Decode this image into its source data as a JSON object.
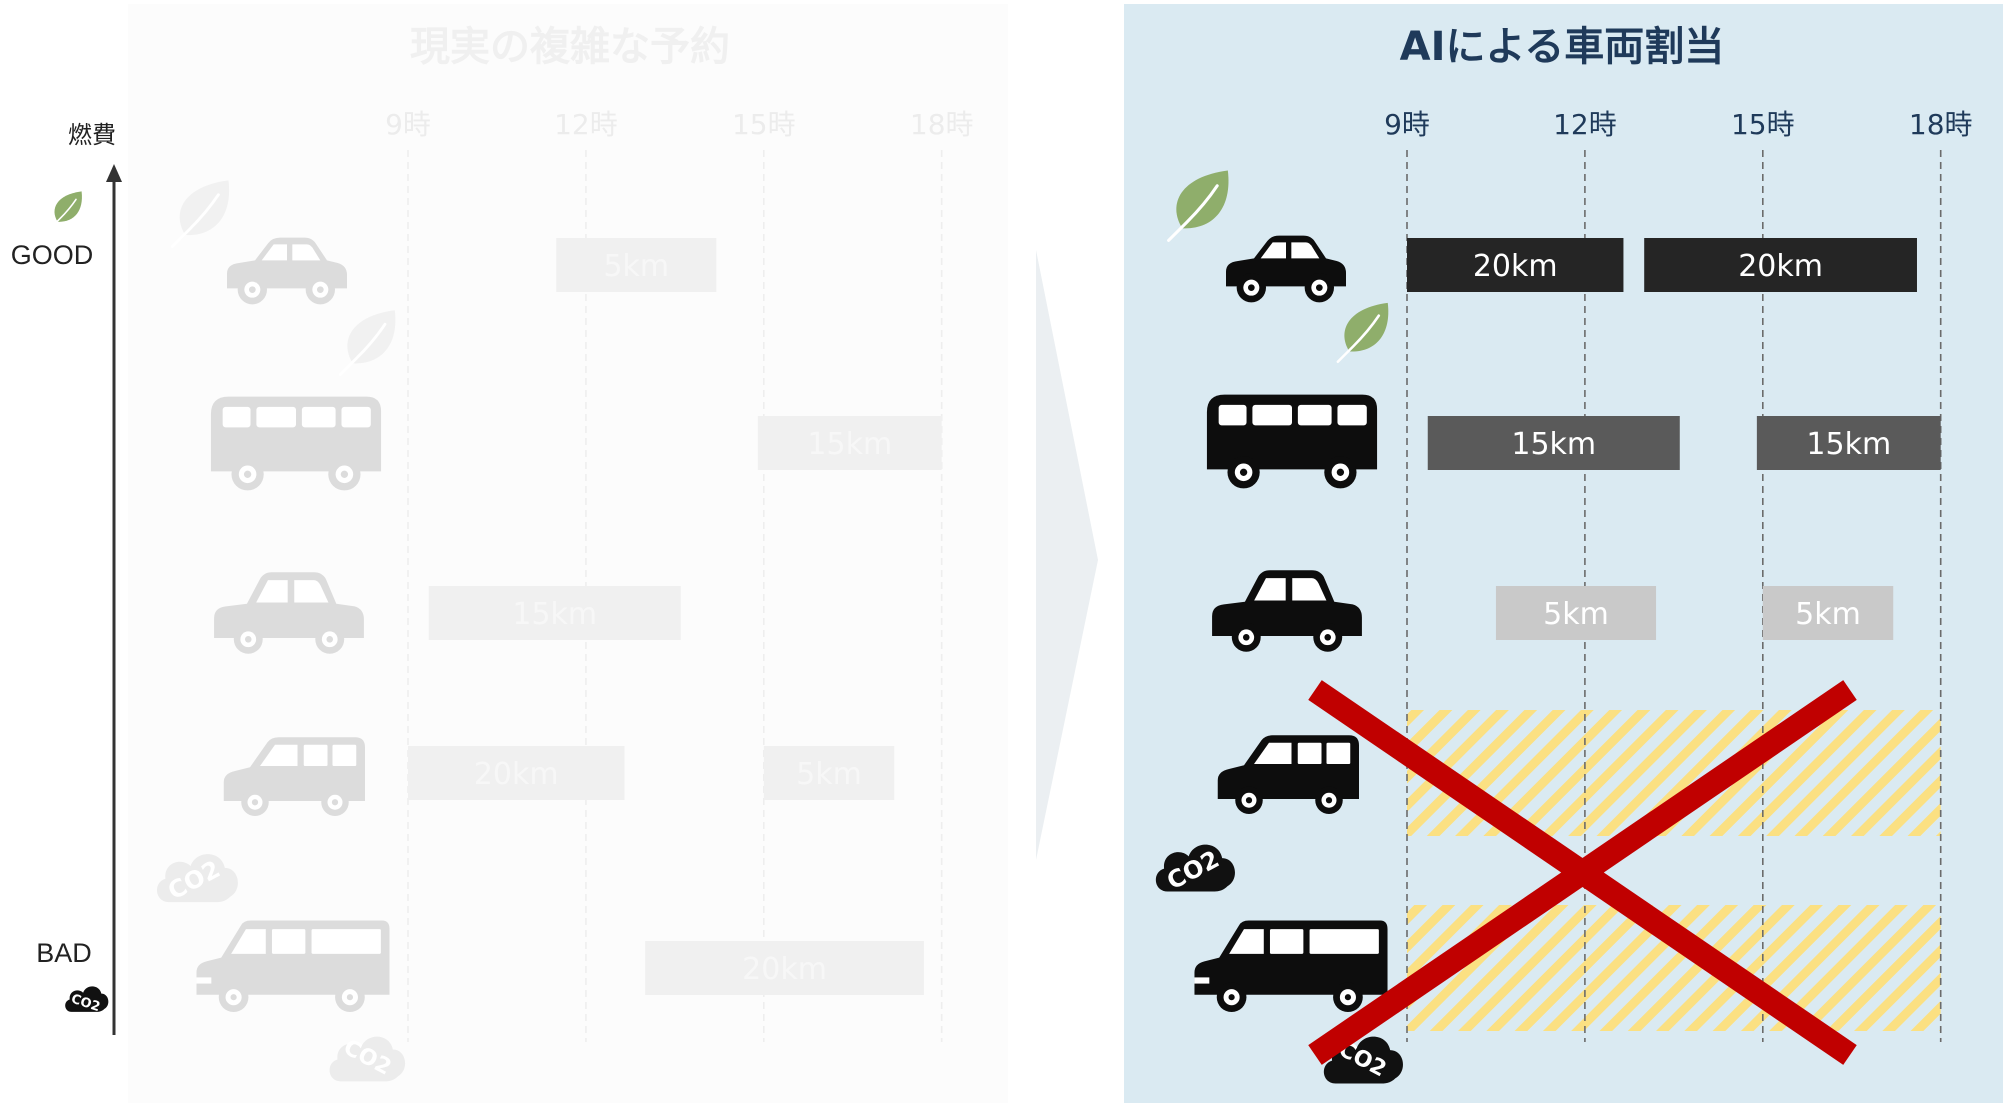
{
  "axis": {
    "label": "燃費",
    "good_label": "GOOD",
    "bad_label": "BAD",
    "co2_text": "CO2"
  },
  "left_panel": {
    "title": "現実の複雑な予約",
    "hours": [
      "9時",
      "12時",
      "15時",
      "18時"
    ],
    "rows": [
      {
        "vehicle": "compact-car",
        "bookings": [
          {
            "text": "5km",
            "start": 11.5,
            "end": 14.2
          }
        ]
      },
      {
        "vehicle": "minibus",
        "bookings": [
          {
            "text": "15km",
            "start": 14.9,
            "end": 18.0
          }
        ]
      },
      {
        "vehicle": "sedan",
        "bookings": [
          {
            "text": "15km",
            "start": 9.35,
            "end": 13.6
          }
        ]
      },
      {
        "vehicle": "wagon",
        "bookings": [
          {
            "text": "20km",
            "start": 9.0,
            "end": 12.65
          },
          {
            "text": "5km",
            "start": 15.0,
            "end": 17.2
          }
        ]
      },
      {
        "vehicle": "large-van",
        "bookings": [
          {
            "text": "20km",
            "start": 13.0,
            "end": 17.7
          }
        ]
      }
    ]
  },
  "right_panel": {
    "title": "AIによる車両割当",
    "hours": [
      "9時",
      "12時",
      "15時",
      "18時"
    ],
    "rows": [
      {
        "vehicle": "compact-car",
        "bookings": [
          {
            "text": "20km",
            "start": 9.0,
            "end": 12.65
          },
          {
            "text": "20km",
            "start": 13.0,
            "end": 17.6
          }
        ]
      },
      {
        "vehicle": "minibus",
        "bookings": [
          {
            "text": "15km",
            "start": 9.35,
            "end": 13.6
          },
          {
            "text": "15km",
            "start": 14.9,
            "end": 18.0
          }
        ]
      },
      {
        "vehicle": "sedan",
        "bookings": [
          {
            "text": "5km",
            "start": 10.5,
            "end": 13.2
          },
          {
            "text": "5km",
            "start": 15.0,
            "end": 17.2
          }
        ]
      },
      {
        "vehicle": "wagon",
        "bookings": [],
        "unused": true
      },
      {
        "vehicle": "large-van",
        "bookings": [],
        "unused": true
      }
    ]
  },
  "colors": {
    "right_bg": "#daeaf2",
    "title_navy": "#1f3a5a",
    "bar_dark": "#252525",
    "bar_mid": "#5a5a5a",
    "bar_light": "#c9c9c9",
    "ghost_bar": "#f0f0f0",
    "ghost_text": "#f7f7f7",
    "ghost_vehicle": "#dcdcdc",
    "leaf_green": "#8fae6b",
    "cross_red": "#c00000",
    "hatch_yellow": "#fbe082"
  }
}
